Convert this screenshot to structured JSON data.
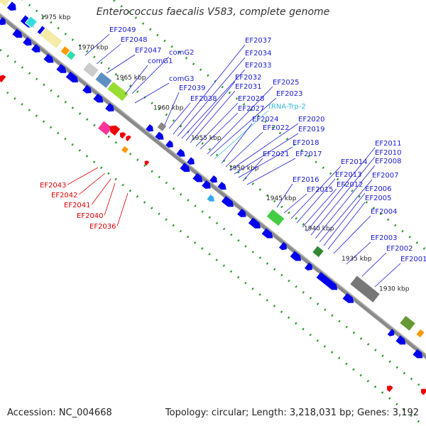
{
  "title": "Enterococcus faecalis V583, complete genome",
  "footer": {
    "accession": "Accession: NC_004668",
    "topology": "Topology: circular; Length: 3,218,031 bp; Genes: 3,192"
  },
  "colors": {
    "backbone": "#8a8a8a",
    "cds": "#0000ee",
    "gene_label": "#1a1ad4",
    "trna_label": "#33bbdd",
    "reverse_label": "#dd0000",
    "tick": "#229922"
  },
  "kbp_ticks": [
    "1975 kbp",
    "1970 kbp",
    "1965 kbp",
    "1960 kbp",
    "1955 kbp",
    "1950 kbp",
    "1945 kbp",
    "1940 kbp",
    "1935 kbp",
    "1930 kbp"
  ],
  "forward_labels": [
    "EF2049",
    "EF2048",
    "EF2047",
    "comG2",
    "comG1",
    "comG3",
    "EF2039",
    "EF2038",
    "EF2037",
    "EF2034",
    "EF2033",
    "EF2032",
    "EF2031",
    "EF2028",
    "EF2027",
    "EF2025",
    "EF2023",
    "tRNA-Trp-2",
    "EF2024",
    "EF2022",
    "EF2020",
    "EF2019",
    "EF2018",
    "EF2021",
    "EF2017",
    "EF2016",
    "EF2015",
    "EF2014",
    "EF2013",
    "EF2012",
    "EF2011",
    "EF2010",
    "EF2008",
    "EF2007",
    "EF2006",
    "EF2005",
    "EF2004",
    "EF2003",
    "EF2002",
    "EF2001"
  ],
  "reverse_labels": [
    "EF2043",
    "EF2042",
    "EF2041",
    "EF2040",
    "EF2036"
  ]
}
